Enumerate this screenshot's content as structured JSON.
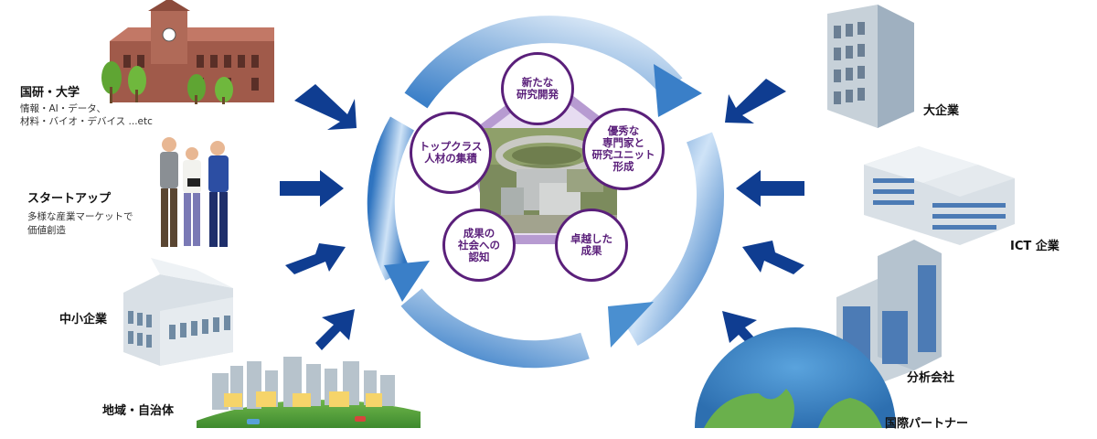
{
  "left": [
    {
      "title": "国研・大学",
      "desc": [
        "情報・AI・データ、",
        "材料・バイオ・デバイス ...etc"
      ]
    },
    {
      "title": "スタートアップ",
      "desc": [
        "多様な産業マーケットで",
        "価値創造"
      ]
    },
    {
      "title": "中小企業",
      "desc": []
    },
    {
      "title": "地域・自治体",
      "desc": []
    }
  ],
  "right": [
    {
      "title": "大企業"
    },
    {
      "title": "ICT 企業"
    },
    {
      "title": "分析会社"
    },
    {
      "title": "国際パートナー"
    }
  ],
  "cycle_nodes": [
    [
      "新たな",
      "研究開発"
    ],
    [
      "優秀な",
      "専門家と",
      "研究ユニット",
      "形成"
    ],
    [
      "卓越した",
      "成果"
    ],
    [
      "成果の",
      "社会への",
      "認知"
    ],
    [
      "トップクラス",
      "人材の集積"
    ]
  ],
  "colors": {
    "arrow_blue": "#0f3d91",
    "ring_blue": "#4a8fd0",
    "ring_light": "#cfe3f7",
    "node_border": "#5a1f7a",
    "pentagon": "#b79bd1",
    "building_brown": "#a05a4a",
    "building_gray": "#c9d4dd",
    "globe_blue": "#3d86c6",
    "globe_green": "#6ab04c"
  }
}
